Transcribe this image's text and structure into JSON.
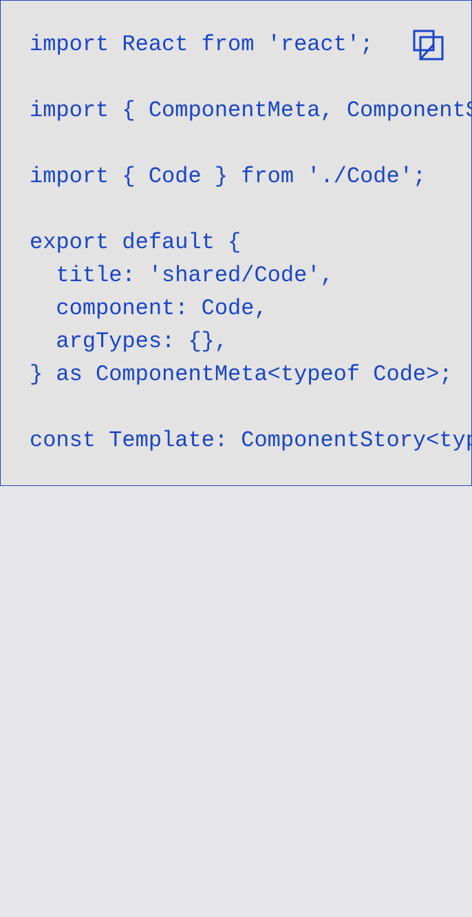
{
  "code_block": {
    "lines": [
      "import React from 'react';",
      "",
      "import { ComponentMeta, ComponentStory } from '@storybook/react';",
      "",
      "import { Code } from './Code';",
      "",
      "export default {",
      "  title: 'shared/Code',",
      "  component: Code,",
      "  argTypes: {},",
      "} as ComponentMeta<typeof Code>;",
      "",
      "const Template: ComponentStory<typeof Code> = (args) => <Code {...args} />;"
    ]
  },
  "copy_button": {
    "icon": "copy-icon"
  },
  "colors": {
    "code_text": "#1a45c7",
    "panel_background": "#e3e3e3",
    "page_background": "#e7e7e9",
    "border": "#1a45c7"
  }
}
